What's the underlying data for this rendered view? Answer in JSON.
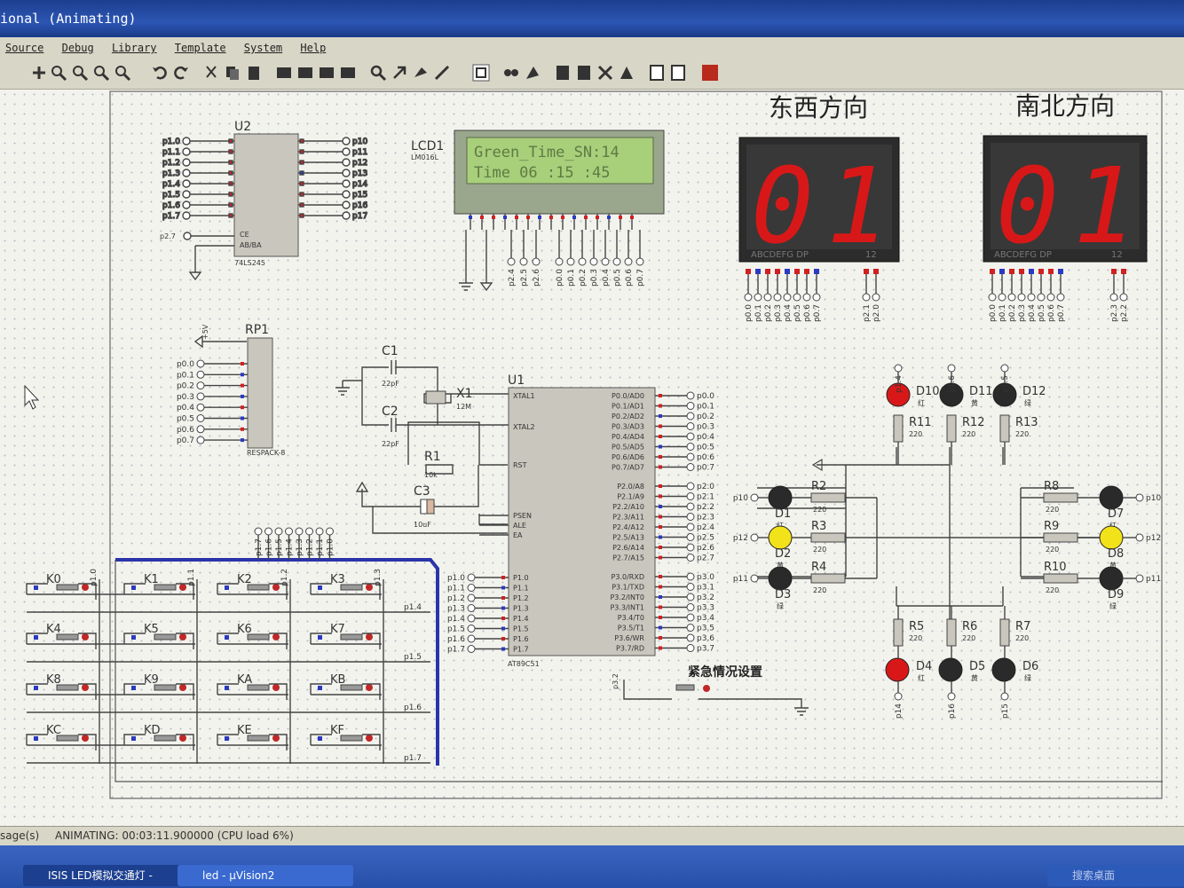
{
  "window": {
    "title": "ional (Animating)"
  },
  "menu": [
    "Source",
    "Debug",
    "Library",
    "Template",
    "System",
    "Help"
  ],
  "schematic": {
    "u2": {
      "name": "U2",
      "part": "74LS245",
      "left_pins": [
        "p1.0",
        "p1.1",
        "p1.2",
        "p1.3",
        "p1.4",
        "p1.5",
        "p1.6",
        "p1.7"
      ],
      "right_pins": [
        "p10",
        "p11",
        "p12",
        "p13",
        "p14",
        "p15",
        "p16",
        "p17"
      ],
      "ctrl_pin": "p2.7",
      "ce": "CE",
      "ab_ba": "AB/BA"
    },
    "lcd": {
      "name": "LCD1",
      "part": "LM016L",
      "line1": "Green_Time_SN:14",
      "line2": "Time 06 :15 :45",
      "pins": [
        "p2.4",
        "p2.5",
        "p2.6",
        "p0.0",
        "p0.1",
        "p0.2",
        "p0.3",
        "p0.4",
        "p0.5",
        "p0.6",
        "p0.7"
      ]
    },
    "ew_heading": "东西方向",
    "ns_heading": "南北方向",
    "display_ew": {
      "value": "01",
      "segments": "ABCDEFG DP",
      "digits": "12",
      "pins": [
        "p0.0",
        "p0.1",
        "p0.2",
        "p0.3",
        "p0.4",
        "p0.5",
        "p0.6",
        "p0.7"
      ],
      "ctrl": [
        "p2.1",
        "p2.0"
      ]
    },
    "display_ns": {
      "value": "01",
      "segments": "ABCDEFG DP",
      "digits": "12",
      "pins": [
        "p0.0",
        "p0.1",
        "p0.2",
        "p0.3",
        "p0.4",
        "p0.5",
        "p0.6",
        "p0.7"
      ],
      "ctrl": [
        "p2.3",
        "p2.2"
      ]
    },
    "rp1": {
      "name": "RP1",
      "part": "RESPACK-8",
      "pins": [
        "p0.0",
        "p0.1",
        "p0.2",
        "p0.3",
        "p0.4",
        "p0.5",
        "p0.6",
        "p0.7"
      ]
    },
    "c1": {
      "name": "C1",
      "value": "22pF"
    },
    "c2": {
      "name": "C2",
      "value": "22pF"
    },
    "c3": {
      "name": "C3",
      "value": "10uF"
    },
    "x1": {
      "name": "X1",
      "value": "12M"
    },
    "r1": {
      "name": "R1",
      "value": "10k"
    },
    "u1": {
      "name": "U1",
      "part": "AT89C51",
      "left_top": [
        "XTAL1",
        "XTAL2",
        "RST"
      ],
      "left_mid": [
        "PSEN",
        "ALE",
        "EA"
      ],
      "left_p1": [
        "P1.0",
        "P1.1",
        "P1.2",
        "P1.3",
        "P1.4",
        "P1.5",
        "P1.6",
        "P1.7"
      ],
      "right_p0": [
        "P0.0/AD0",
        "P0.1/AD1",
        "P0.2/AD2",
        "P0.3/AD3",
        "P0.4/AD4",
        "P0.5/AD5",
        "P0.6/AD6",
        "P0.7/AD7"
      ],
      "right_p2": [
        "P2.0/A8",
        "P2.1/A9",
        "P2.2/A10",
        "P2.3/A11",
        "P2.4/A12",
        "P2.5/A13",
        "P2.6/A14",
        "P2.7/A15"
      ],
      "right_p3": [
        "P3.0/RXD",
        "P3.1/TXD",
        "P3.2/INT0",
        "P3.3/INT1",
        "P3.4/T0",
        "P3.5/T1",
        "P3.6/WR",
        "P3.7/RD"
      ],
      "p0_nets": [
        "p0.0",
        "p0.1",
        "p0.2",
        "p0.3",
        "p0.4",
        "p0.5",
        "p0.6",
        "p0.7"
      ],
      "p2_nets": [
        "p2.0",
        "p2.1",
        "p2.2",
        "p2.3",
        "p2.4",
        "p2.5",
        "p2.6",
        "p2.7"
      ],
      "p3_nets": [
        "p3.0",
        "p3.1",
        "p3.2",
        "p3.3",
        "p3.4",
        "p3.5",
        "p3.6",
        "p3.7"
      ],
      "p1_nets": [
        "p1.0",
        "p1.1",
        "p1.2",
        "p1.3",
        "p1.4",
        "p1.5",
        "p1.6",
        "p1.7"
      ]
    },
    "keypad": {
      "keys": [
        "K0",
        "K1",
        "K2",
        "K3",
        "K4",
        "K5",
        "K6",
        "K7",
        "K8",
        "K9",
        "KA",
        "KB",
        "KC",
        "KD",
        "KE",
        "KF"
      ],
      "col_nets": [
        "p1.0",
        "p1.1",
        "p1.2",
        "p1.3"
      ],
      "row_nets": [
        "p1.4",
        "p1.5",
        "p1.6",
        "p1.7"
      ],
      "top_nets": [
        "p1.7",
        "p1.6",
        "p1.5",
        "p1.4",
        "p1.3",
        "p1.2",
        "p1.1",
        "p1.0"
      ]
    },
    "emergency_label": "紧急情况设置",
    "emergency_net": "p3.2",
    "leds_top": [
      {
        "name": "D10",
        "color": "红",
        "state": "#d81818"
      },
      {
        "name": "D11",
        "color": "黄",
        "state": "#2a2a2a"
      },
      {
        "name": "D12",
        "color": "绿",
        "state": "#2a2a2a"
      }
    ],
    "leds_top_nets": [
      "p1.4",
      "p1.6",
      "p1.5"
    ],
    "res_top": [
      {
        "name": "R11",
        "value": "220"
      },
      {
        "name": "R12",
        "value": "220"
      },
      {
        "name": "R13",
        "value": "220"
      }
    ],
    "leds_left": [
      {
        "name": "D1",
        "color": "红",
        "state": "#2a2a2a"
      },
      {
        "name": "D2",
        "color": "黄",
        "state": "#f2e21a"
      },
      {
        "name": "D3",
        "color": "绿",
        "state": "#2a2a2a"
      }
    ],
    "leds_left_nets": [
      "p10",
      "p12",
      "p11"
    ],
    "res_left": [
      {
        "name": "R2",
        "value": "220"
      },
      {
        "name": "R3",
        "value": "220"
      },
      {
        "name": "R4",
        "value": "220"
      }
    ],
    "leds_right": [
      {
        "name": "D7",
        "color": "红",
        "state": "#2a2a2a"
      },
      {
        "name": "D8",
        "color": "黄",
        "state": "#f2e21a"
      },
      {
        "name": "D9",
        "color": "绿",
        "state": "#2a2a2a"
      }
    ],
    "leds_right_nets": [
      "p10",
      "p12",
      "p11"
    ],
    "res_right": [
      {
        "name": "R8",
        "value": "220"
      },
      {
        "name": "R9",
        "value": "220"
      },
      {
        "name": "R10",
        "value": "220"
      }
    ],
    "leds_bottom": [
      {
        "name": "D4",
        "color": "红",
        "state": "#d81818"
      },
      {
        "name": "D5",
        "color": "黄",
        "state": "#2a2a2a"
      },
      {
        "name": "D6",
        "color": "绿",
        "state": "#2a2a2a"
      }
    ],
    "leds_bottom_nets": [
      "p14",
      "p16",
      "p15"
    ],
    "res_bottom": [
      {
        "name": "R5",
        "value": "220"
      },
      {
        "name": "R6",
        "value": "220"
      },
      {
        "name": "R7",
        "value": "220"
      }
    ],
    "power_label": "+5V"
  },
  "status": {
    "prefix": "sage(s)",
    "text": "ANIMATING: 00:03:11.900000 (CPU load 6%)"
  },
  "taskbar": {
    "item1": "ISIS LED模拟交通灯 -",
    "item2": "led - μVision2",
    "search": "搜索桌面"
  }
}
